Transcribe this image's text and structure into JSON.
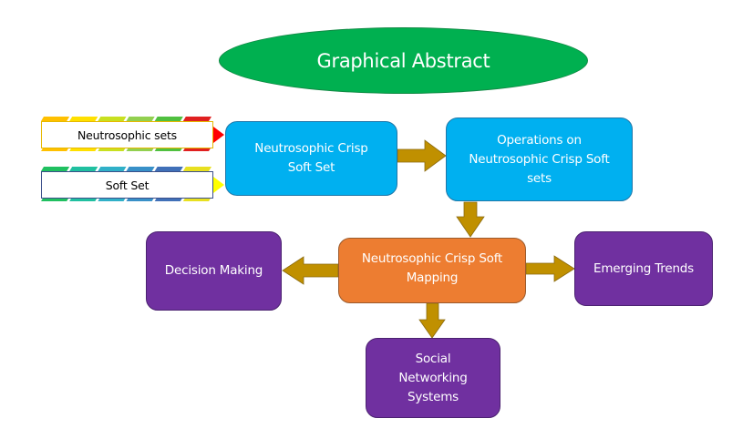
{
  "title": "Graphical Abstract",
  "inputs": [
    {
      "label": "Neutrosophic sets",
      "stripe_colors": [
        "#ffc000",
        "#ffe000",
        "#c8e020",
        "#92d050",
        "#50c040",
        "#e02020"
      ],
      "tip_color": "#ff0000"
    },
    {
      "label": "Soft Set",
      "stripe_colors": [
        "#20c060",
        "#20c0a0",
        "#30b0c8",
        "#3890c8",
        "#4070b8",
        "#e8e020"
      ],
      "tip_color": "#ffff00"
    }
  ],
  "nodes": {
    "crisp_soft_set": {
      "line1": "Neutrosophic Crisp",
      "line2": "Soft Set",
      "color": "#00b0f0"
    },
    "operations": {
      "line1": "Operations on",
      "line2": "Neutrosophic Crisp Soft",
      "line3": "sets",
      "color": "#00b0f0"
    },
    "mapping": {
      "line1": "Neutrosophic Crisp Soft",
      "line2": "Mapping",
      "color": "#ed7d31"
    },
    "decision_making": {
      "line1": "Decision Making",
      "color": "#7030a0"
    },
    "emerging_trends": {
      "line1": "Emerging Trends",
      "color": "#7030a0"
    },
    "social_networking": {
      "line1": "Social",
      "line2": "Networking",
      "line3": "Systems",
      "color": "#7030a0"
    }
  },
  "arrow_color": "#c09000",
  "title_color": "#00b050"
}
